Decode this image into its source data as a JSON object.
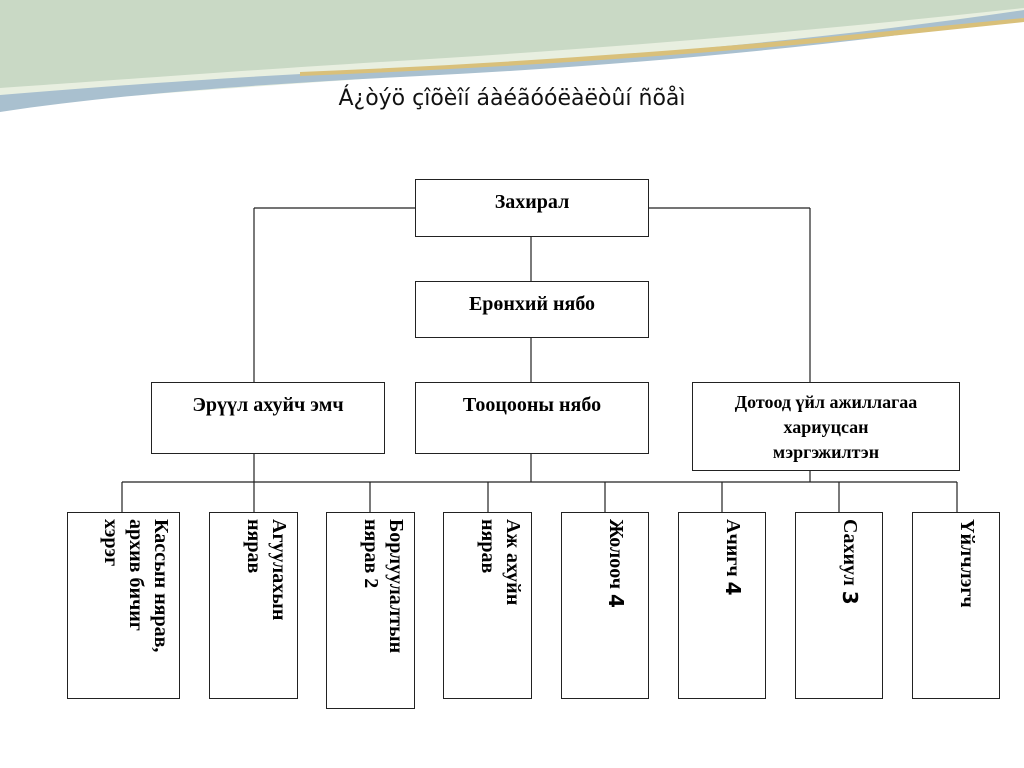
{
  "title": "Á¿òýö çîõèîí áàéãóóëàëòûí ñõåì",
  "colors": {
    "wave_light": "#e8efe0",
    "wave_mid": "#c9d9c5",
    "wave_blue": "#a9c0cf",
    "wave_accent": "#d9c07a",
    "line": "#222222"
  },
  "nodes": {
    "director": "Захирал",
    "chief_accountant": "Ерөнхий нябо",
    "doctor": "Эрүүл ахуйч эмч",
    "accountant": "Тооцооны нябо",
    "internal_ops_line1": "Дотоод үйл ажиллагаа",
    "internal_ops_line2": "хариуцсан",
    "internal_ops_line3": "мэргэжилтэн"
  },
  "staff": [
    {
      "text": "Кассын нярав,\nархив бичиг\nхэрэг",
      "count": ""
    },
    {
      "text": "Агуулахын\nнярав",
      "count": ""
    },
    {
      "text": "Борлуулалтын\nнярав 2",
      "count": ""
    },
    {
      "text": "Аж ахуйн\nнярав",
      "count": ""
    },
    {
      "text": "Жолооч ",
      "count": "4"
    },
    {
      "text": "Ачигч ",
      "count": "4"
    },
    {
      "text": "Сахиул ",
      "count": "3"
    },
    {
      "text": "Үйлчлэгч",
      "count": ""
    }
  ]
}
